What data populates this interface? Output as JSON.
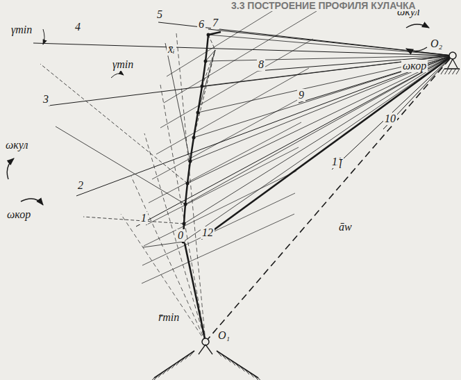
{
  "diagram": {
    "title": "3.3 ПОСТРОЕНИЕ ПРОФИЛЯ КУЛАЧКА",
    "labels": [
      "0",
      "1",
      "2",
      "3",
      "4",
      "5",
      "6",
      "7",
      "8",
      "9",
      "10",
      "11",
      "12",
      "γmin",
      "γmin",
      "x̄ᵢ",
      "ωкул",
      "ωкор",
      "ωкул",
      "ωкор",
      "O₂",
      "O₁",
      "l̄",
      "āw",
      "r̄min"
    ]
  }
}
